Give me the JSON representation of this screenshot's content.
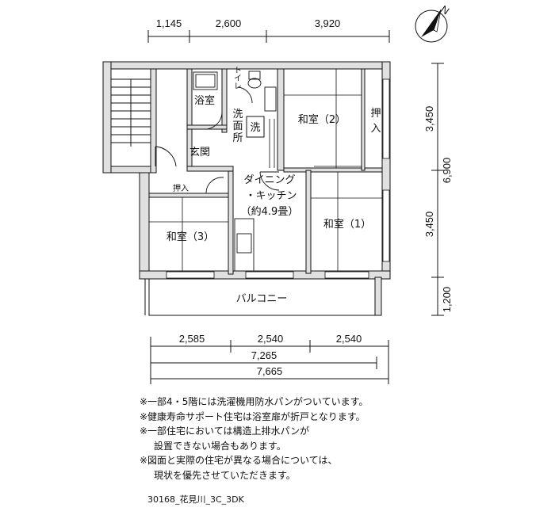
{
  "dimensions": {
    "top": [
      "1,145",
      "2,600",
      "3,920"
    ],
    "right": [
      "3,450",
      "6,900",
      "3,450",
      "1,200"
    ],
    "bottom_row1": [
      "2,585",
      "2,540",
      "2,540"
    ],
    "bottom_row2": "7,265",
    "bottom_row3": "7,665"
  },
  "rooms": {
    "bath": "浴室",
    "toilet": "トイレ",
    "washroom": [
      "洗",
      "面",
      "所"
    ],
    "washer": "洗",
    "entrance": "玄関",
    "washitsu2": "和室（2）",
    "oshiire_right": [
      "押",
      "入"
    ],
    "oshiire_left": "押入",
    "dk_line1": "ダイニング",
    "dk_line2": "・キッチン",
    "dk_line3": "（約4.9畳）",
    "washitsu3": "和室（3）",
    "washitsu1": "和室（1）",
    "balcony": "バルコニー"
  },
  "compass": {
    "label": "N"
  },
  "notes": [
    "※一部4・5階には洗濯機用防水パンがついています。",
    "※健康寿命サポート住宅は浴室扉が折戸となります。",
    "※一部住宅においては構造上排水パンが",
    "設置できない場合もあります。",
    "※図面と実際の住宅が異なる場合については、",
    "現状を優先させていただきます。"
  ],
  "code": "30168_花見川_3C_3DK"
}
